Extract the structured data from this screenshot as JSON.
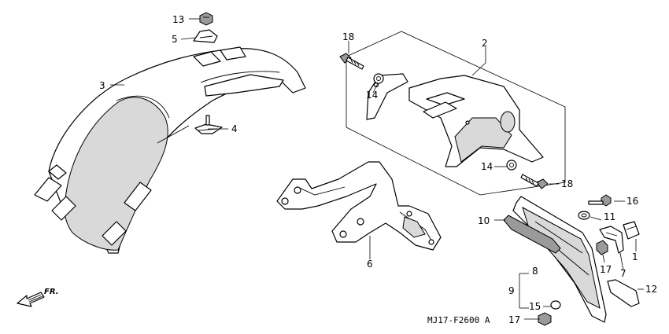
{
  "labels": {
    "p1": "1",
    "p2": "2",
    "p3": "3",
    "p4": "4",
    "p5": "5",
    "p6": "6",
    "p7": "7",
    "p8": "8",
    "p9": "9",
    "p10": "10",
    "p11": "11",
    "p12": "12",
    "p13": "13",
    "p14a": "14",
    "p14b": "14",
    "p15": "15",
    "p16": "16",
    "p17a": "17",
    "p17b": "17",
    "p18a": "18",
    "p18b": "18"
  },
  "front_indicator": "FR.",
  "diagram_code": "MJ17-F2600 A"
}
